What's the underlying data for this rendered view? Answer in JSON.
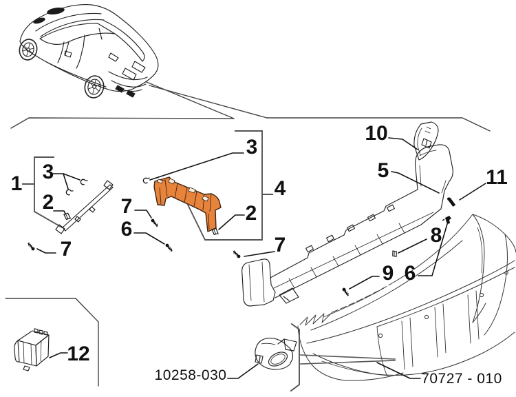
{
  "diagram": {
    "background": "#ffffff",
    "line_color": "#1a1a1a",
    "highlight_color": "#e8833c",
    "callouts": {
      "c1": "1",
      "c2a": "2",
      "c2b": "2",
      "c3a": "3",
      "c3b": "3",
      "c4": "4",
      "c5": "5",
      "c6a": "6",
      "c6b": "6",
      "c7a": "7",
      "c7b": "7",
      "c7c": "7",
      "c8": "8",
      "c9": "9",
      "c10": "10",
      "c11": "11",
      "c12": "12"
    },
    "part_numbers": {
      "exhaust_tip": "10258-030",
      "bumper_cover": "70727 - 010"
    }
  }
}
